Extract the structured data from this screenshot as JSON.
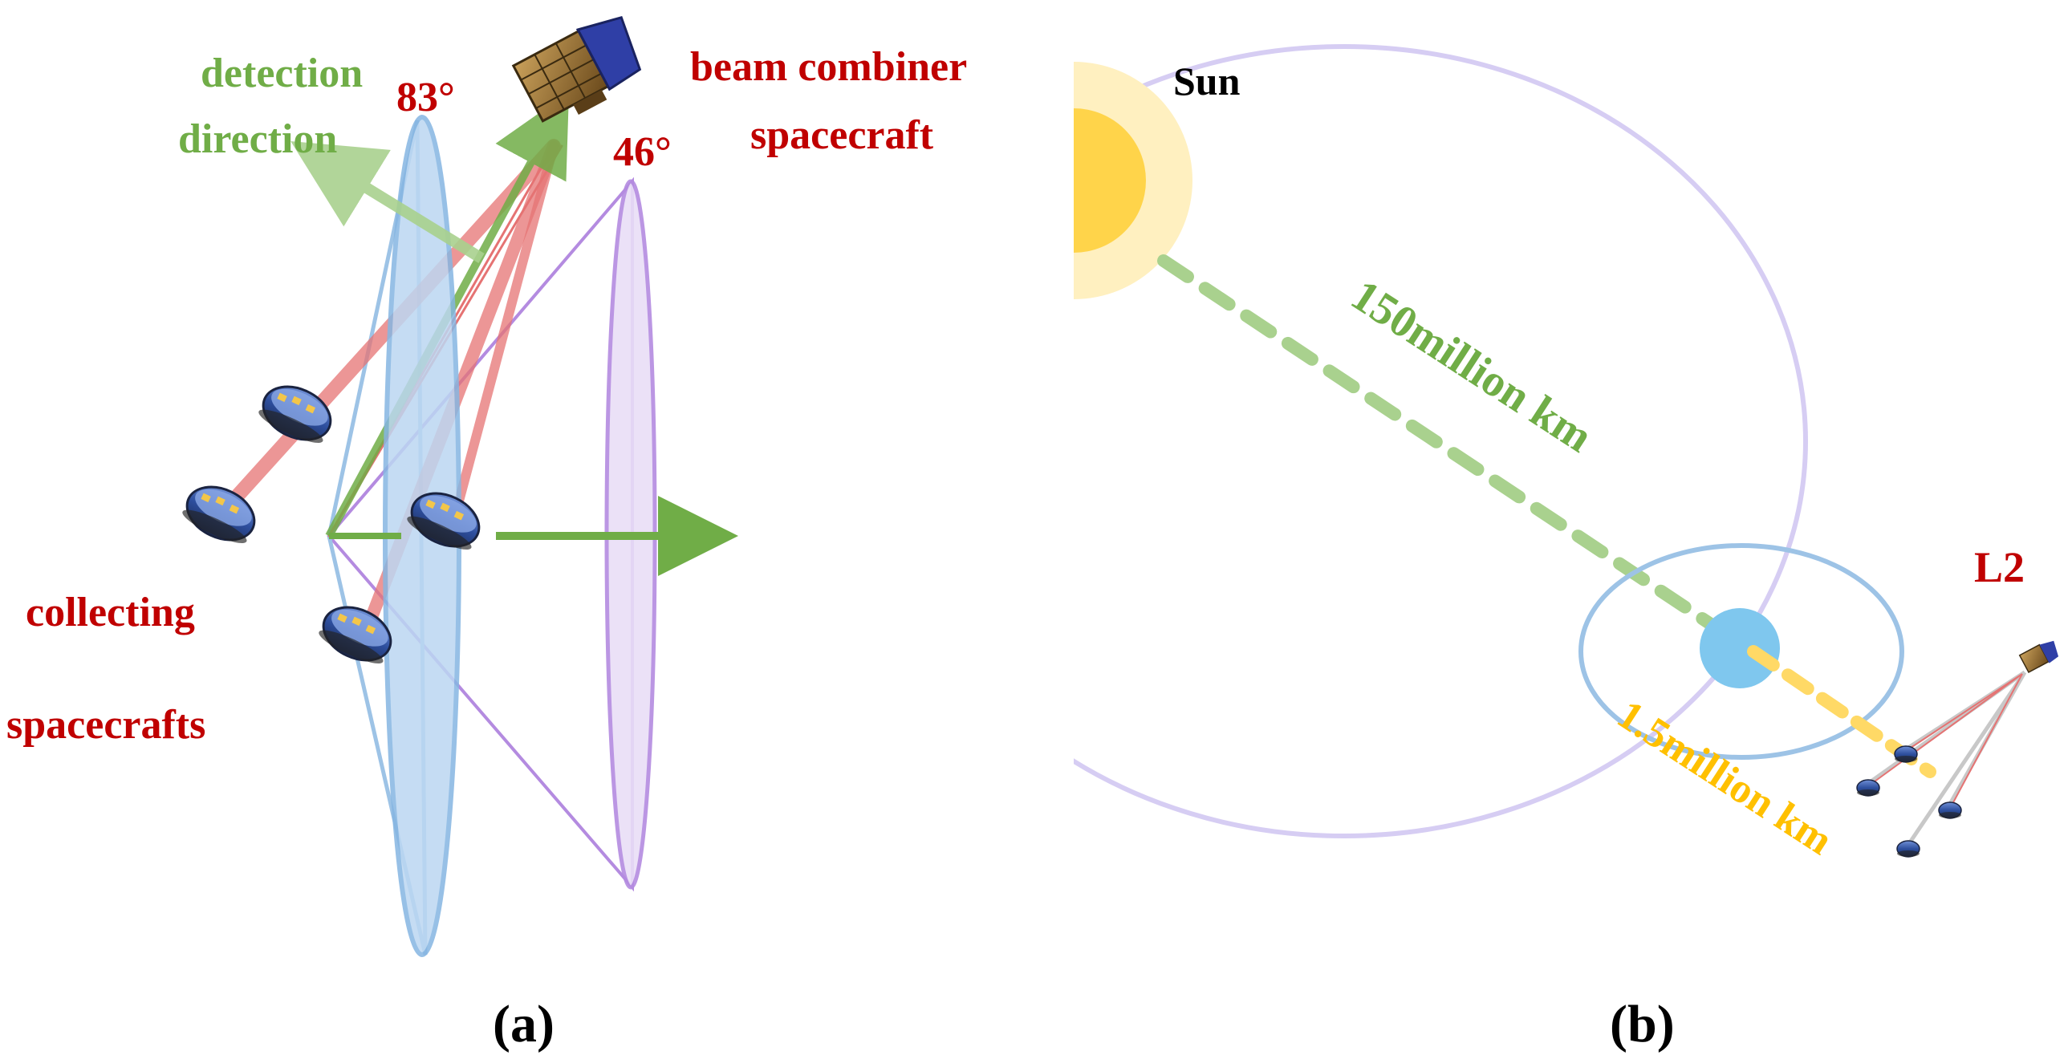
{
  "panel_a": {
    "label_open": "(",
    "label_letter": "a",
    "label_close": ")",
    "detection_line1": "detection",
    "detection_line2": "direction",
    "angle_83": "83°",
    "angle_46": "46°",
    "combiner_line1": "beam combiner",
    "combiner_line2": "spacecraft",
    "collecting_line1": "collecting",
    "collecting_line2": "spacecrafts"
  },
  "panel_b": {
    "label_open": "(",
    "label_letter": "b",
    "label_close": ")",
    "sun": "Sun",
    "distance_sun_earth": "150million km",
    "distance_earth_l2": "1.5million km",
    "l2": "L2"
  },
  "colors": {
    "red_text": "#c00000",
    "green": "#70ad47",
    "green_light": "#a9d18e",
    "yellow": "#ffc000",
    "sun_core": "#ffd44a",
    "sun_halo": "#fff0c0",
    "blue_lens": "#9dc3e6",
    "purple_lens": "#d9c6ee",
    "earth": "#7fc7ee",
    "orbit_purple": "#d6cdf3",
    "orbit_blue": "#9dc3e6",
    "red_beam": "#e57373"
  },
  "icons": [
    "spacecraft-icon",
    "arrow-icon",
    "sun-icon",
    "earth-icon"
  ]
}
